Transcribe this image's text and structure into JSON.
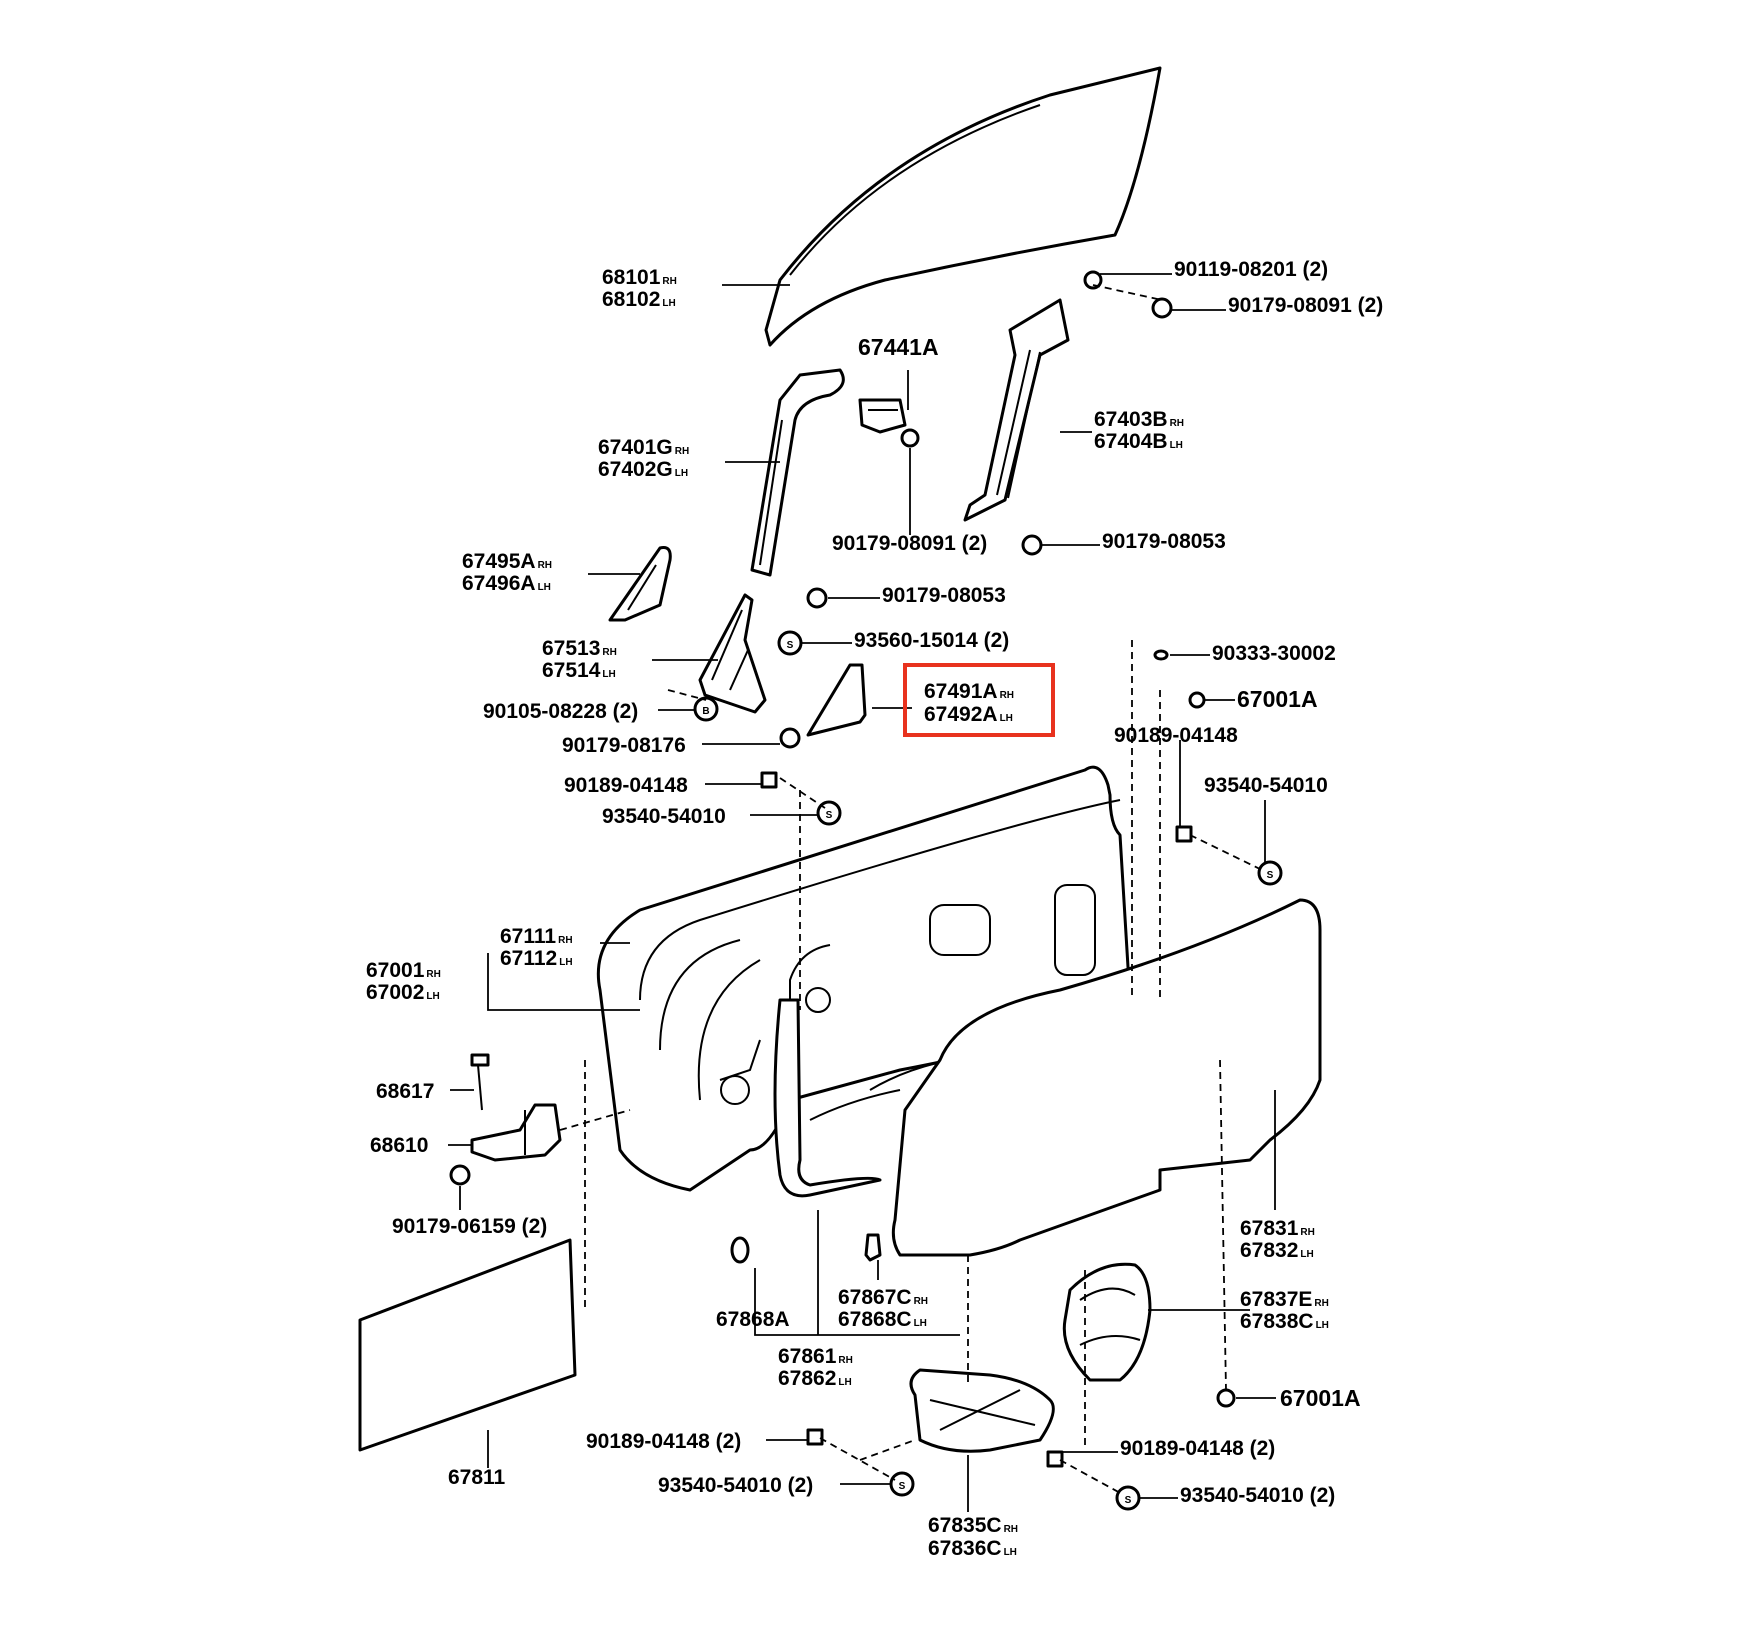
{
  "colors": {
    "ink": "#000000",
    "highlight": "#e8321e",
    "background": "#ffffff"
  },
  "labels": [
    {
      "id": "68101",
      "text": "68101",
      "sub": "RH"
    },
    {
      "id": "68102",
      "text": "68102",
      "sub": "LH"
    },
    {
      "id": "90119-08201",
      "text": "90119-08201 (2)"
    },
    {
      "id": "90179-08091-top",
      "text": "90179-08091 (2)"
    },
    {
      "id": "67441A",
      "text": "67441A"
    },
    {
      "id": "67401G",
      "text": "67401G",
      "sub": "RH"
    },
    {
      "id": "67402G",
      "text": "67402G",
      "sub": "LH"
    },
    {
      "id": "67403B",
      "text": "67403B",
      "sub": "RH"
    },
    {
      "id": "67404B",
      "text": "67404B",
      "sub": "LH"
    },
    {
      "id": "90179-08091-mid",
      "text": "90179-08091 (2)"
    },
    {
      "id": "90179-08053-right",
      "text": "90179-08053"
    },
    {
      "id": "67495A",
      "text": "67495A",
      "sub": "RH"
    },
    {
      "id": "67496A",
      "text": "67496A",
      "sub": "LH"
    },
    {
      "id": "90179-08053-left",
      "text": "90179-08053"
    },
    {
      "id": "67513",
      "text": "67513",
      "sub": "RH"
    },
    {
      "id": "67514",
      "text": "67514",
      "sub": "LH"
    },
    {
      "id": "93560-15014",
      "text": "93560-15014 (2)"
    },
    {
      "id": "90333-30002",
      "text": "90333-30002"
    },
    {
      "id": "67491A",
      "text": "67491A",
      "sub": "RH"
    },
    {
      "id": "67492A",
      "text": "67492A",
      "sub": "LH"
    },
    {
      "id": "67001A-top",
      "text": "67001A"
    },
    {
      "id": "90105-08228",
      "text": "90105-08228 (2)"
    },
    {
      "id": "90179-08176",
      "text": "90179-08176"
    },
    {
      "id": "90189-04148-right",
      "text": "90189-04148"
    },
    {
      "id": "90189-04148-left",
      "text": "90189-04148"
    },
    {
      "id": "93540-54010-right",
      "text": "93540-54010"
    },
    {
      "id": "93540-54010-left",
      "text": "93540-54010"
    },
    {
      "id": "67111",
      "text": "67111",
      "sub": "RH"
    },
    {
      "id": "67112",
      "text": "67112",
      "sub": "LH"
    },
    {
      "id": "67001",
      "text": "67001",
      "sub": "RH"
    },
    {
      "id": "67002",
      "text": "67002",
      "sub": "LH"
    },
    {
      "id": "68617",
      "text": "68617"
    },
    {
      "id": "68610",
      "text": "68610"
    },
    {
      "id": "90179-06159",
      "text": "90179-06159 (2)"
    },
    {
      "id": "67831",
      "text": "67831",
      "sub": "RH"
    },
    {
      "id": "67832",
      "text": "67832",
      "sub": "LH"
    },
    {
      "id": "67867C",
      "text": "67867C",
      "sub": "RH"
    },
    {
      "id": "67868C",
      "text": "67868C",
      "sub": "LH"
    },
    {
      "id": "67868A",
      "text": "67868A"
    },
    {
      "id": "67837E",
      "text": "67837E",
      "sub": "RH"
    },
    {
      "id": "67838C",
      "text": "67838C",
      "sub": "LH"
    },
    {
      "id": "67861",
      "text": "67861",
      "sub": "RH"
    },
    {
      "id": "67862",
      "text": "67862",
      "sub": "LH"
    },
    {
      "id": "67001A-bottom",
      "text": "67001A"
    },
    {
      "id": "90189-04148-bl",
      "text": "90189-04148 (2)"
    },
    {
      "id": "90189-04148-br",
      "text": "90189-04148 (2)"
    },
    {
      "id": "93540-54010-bl",
      "text": "93540-54010 (2)"
    },
    {
      "id": "93540-54010-br",
      "text": "93540-54010 (2)"
    },
    {
      "id": "67811",
      "text": "67811"
    },
    {
      "id": "67835C",
      "text": "67835C",
      "sub": "RH"
    },
    {
      "id": "67836C",
      "text": "67836C",
      "sub": "LH"
    }
  ],
  "symbols": {
    "s": "S",
    "b": "B"
  }
}
